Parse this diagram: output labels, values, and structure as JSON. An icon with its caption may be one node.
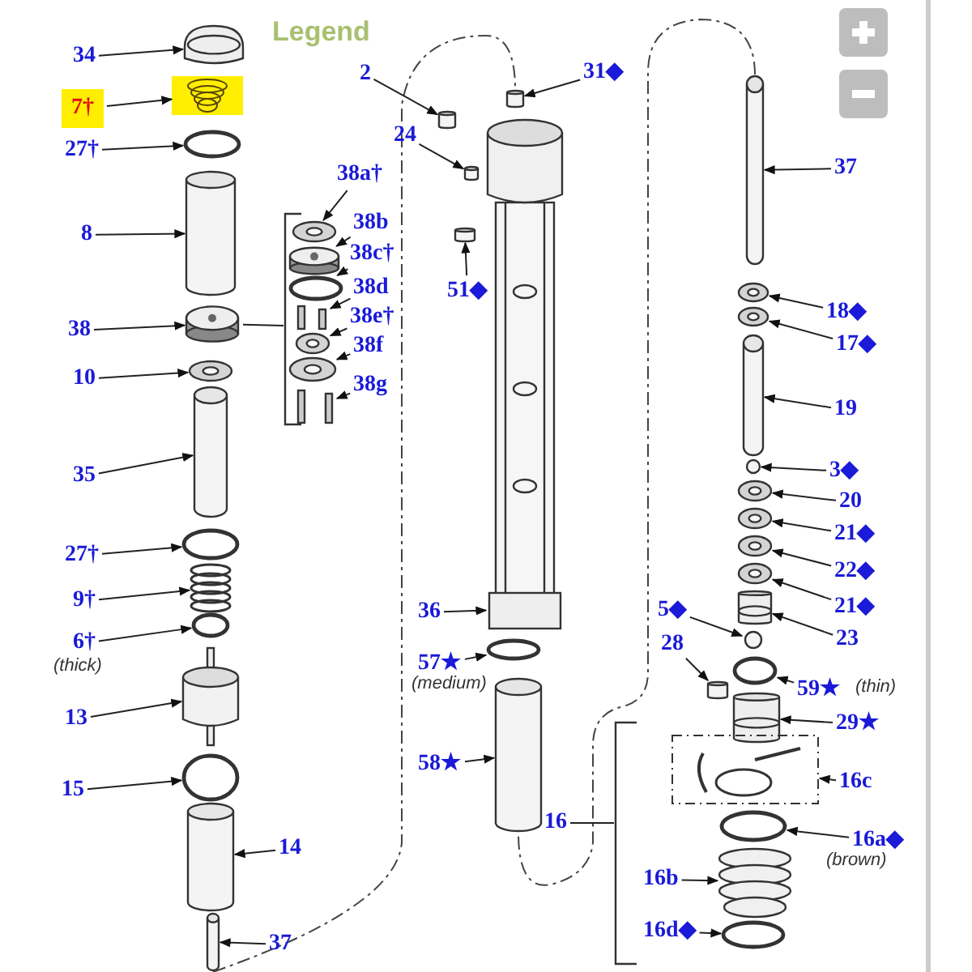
{
  "diagram": {
    "nodes": [
      {
        "text": [
          "34"
        ]
      },
      {
        "text": [],
        "shape": "picture"
      },
      {
        "text": [
          "7†"
        ]
      },
      {
        "text": [],
        "shape": "picture"
      },
      {
        "text": [
          "27†"
        ]
      },
      {
        "text": [],
        "shape": "circle"
      },
      {
        "text": [
          "8"
        ]
      },
      {
        "text": [],
        "shape": "cylinder"
      },
      {
        "text": [
          "38"
        ]
      },
      {
        "text": [],
        "shape": "picture"
      },
      {
        "text": [
          "10"
        ]
      },
      {
        "text": [],
        "shape": "picture"
      },
      {
        "text": [
          "35"
        ]
      },
      {
        "text": [],
        "shape": "cylinder"
      },
      {
        "text": [
          "27†"
        ]
      },
      {
        "text": [],
        "shape": "circle"
      },
      {
        "text": [
          "9†"
        ]
      },
      {
        "text": [],
        "shape": "picture"
      },
      {
        "text": [
          "6†"
        ],
        "beside": [
          "(thick)"
        ]
      },
      {
        "text": [],
        "shape": "circle"
      },
      {
        "text": [
          "13"
        ]
      },
      {
        "text": [],
        "shape": "cylinder"
      },
      {
        "text": [
          "15"
        ]
      },
      {
        "text": [],
        "shape": "circle"
      },
      {
        "text": [
          "14"
        ]
      },
      {
        "text": [],
        "shape": "cylinder"
      },
      {
        "text": [
          "37"
        ]
      },
      {
        "text": [],
        "shape": "cylinder"
      },
      {
        "text": [
          "38a†"
        ]
      },
      {
        "text": [],
        "shape": "picture"
      },
      {
        "text": [
          "38b"
        ]
      },
      {
        "text": [],
        "shape": "picture"
      },
      {
        "text": [
          "38c†"
        ]
      },
      {
        "text": [],
        "shape": "circle"
      },
      {
        "text": [
          "38d"
        ]
      },
      {
        "text": [],
        "shape": "picture"
      },
      {
        "text": [
          "38e†"
        ]
      },
      {
        "text": [],
        "shape": "picture"
      },
      {
        "text": [
          "38f"
        ]
      },
      {
        "text": [],
        "shape": "picture"
      },
      {
        "text": [
          "38g"
        ]
      },
      {
        "text": [],
        "shape": "picture"
      },
      {
        "text": [
          "2"
        ]
      },
      {
        "text": [],
        "shape": "cylinder"
      },
      {
        "text": [
          "24"
        ]
      },
      {
        "text": [],
        "shape": "cylinder"
      },
      {
        "text": [
          "31◆"
        ]
      },
      {
        "text": [],
        "shape": "cylinder"
      },
      {
        "text": [
          "51◆"
        ]
      },
      {
        "text": [],
        "shape": "cylinder"
      },
      {
        "text": [
          "36"
        ]
      },
      {
        "text": [],
        "shape": "picture"
      },
      {
        "text": [
          "57★"
        ],
        "beside": [
          "(medium)"
        ]
      },
      {
        "text": [],
        "shape": "circle"
      },
      {
        "text": [
          "58★"
        ]
      },
      {
        "text": [],
        "shape": "cylinder"
      },
      {
        "text": [
          "16"
        ]
      },
      {
        "text": [
          "37"
        ]
      },
      {
        "text": [],
        "shape": "cylinder"
      },
      {
        "text": [
          "18◆"
        ]
      },
      {
        "text": [],
        "shape": "picture"
      },
      {
        "text": [
          "17◆"
        ]
      },
      {
        "text": [],
        "shape": "picture"
      },
      {
        "text": [
          "19"
        ]
      },
      {
        "text": [],
        "shape": "cylinder"
      },
      {
        "text": [
          "3◆"
        ]
      },
      {
        "text": [],
        "shape": "circle"
      },
      {
        "text": [
          "20"
        ]
      },
      {
        "text": [],
        "shape": "picture"
      },
      {
        "text": [
          "21◆"
        ]
      },
      {
        "text": [],
        "shape": "picture"
      },
      {
        "text": [
          "22◆"
        ]
      },
      {
        "text": [],
        "shape": "picture"
      },
      {
        "text": [
          "21◆"
        ]
      },
      {
        "text": [],
        "shape": "picture"
      },
      {
        "text": [
          "23"
        ]
      },
      {
        "text": [],
        "shape": "cylinder"
      },
      {
        "text": [
          "5◆"
        ]
      },
      {
        "text": [],
        "shape": "circle"
      },
      {
        "text": [
          "28"
        ]
      },
      {
        "text": [],
        "shape": "cylinder"
      },
      {
        "text": [
          "59★"
        ],
        "beside": [
          "(thin)"
        ]
      },
      {
        "text": [],
        "shape": "circle"
      },
      {
        "text": [
          "29★"
        ]
      },
      {
        "text": [],
        "shape": "cylinder"
      },
      {
        "text": [
          "16c"
        ]
      },
      {
        "text": [],
        "shape": "picture"
      },
      {
        "text": [
          "16a◆"
        ],
        "beside": [
          "(brown)"
        ]
      },
      {
        "text": [],
        "shape": "circle"
      },
      {
        "text": [
          "16b"
        ]
      },
      {
        "text": [],
        "shape": "picture"
      },
      {
        "text": [
          "16d◆"
        ]
      },
      {
        "text": [],
        "shape": "circle"
      },
      {
        "text": [],
        "shape": "bar"
      },
      {
        "text": [],
        "shape": "bar"
      }
    ],
    "edges": [
      {
        "from": 0,
        "to": 1,
        "arrow": "to"
      },
      {
        "from": 2,
        "to": 3,
        "arrow": "to"
      },
      {
        "from": 4,
        "to": 5,
        "arrow": "to"
      },
      {
        "from": 6,
        "to": 7,
        "arrow": "to"
      },
      {
        "from": 8,
        "to": 9,
        "arrow": "to"
      },
      {
        "from": 10,
        "to": 11,
        "arrow": "to"
      },
      {
        "from": 12,
        "to": 13,
        "arrow": "to"
      },
      {
        "from": 14,
        "to": 15,
        "arrow": "to"
      },
      {
        "from": 16,
        "to": 17,
        "arrow": "to"
      },
      {
        "from": 18,
        "to": 19,
        "arrow": "to"
      },
      {
        "from": 20,
        "to": 21,
        "arrow": "to"
      },
      {
        "from": 22,
        "to": 23,
        "arrow": "to"
      },
      {
        "from": 24,
        "to": 25,
        "arrow": "to"
      },
      {
        "from": 26,
        "to": 27,
        "arrow": "to"
      },
      {
        "from": 28,
        "to": 29,
        "arrow": "to"
      },
      {
        "from": 30,
        "to": 31,
        "arrow": "to"
      },
      {
        "from": 32,
        "to": 33,
        "arrow": "to"
      },
      {
        "from": 34,
        "to": 35,
        "arrow": "to"
      },
      {
        "from": 36,
        "to": 37,
        "arrow": "to"
      },
      {
        "from": 38,
        "to": 39,
        "arrow": "to"
      },
      {
        "from": 40,
        "to": 41,
        "arrow": "to"
      },
      {
        "from": 42,
        "to": 43,
        "arrow": "to"
      },
      {
        "from": 44,
        "to": 45,
        "arrow": "to"
      },
      {
        "from": 46,
        "to": 47,
        "arrow": "to"
      },
      {
        "from": 48,
        "to": 49,
        "arrow": "to"
      },
      {
        "from": 50,
        "to": 51,
        "arrow": "to"
      },
      {
        "from": 52,
        "to": 53,
        "arrow": "to"
      },
      {
        "from": 54,
        "to": 55,
        "arrow": "to"
      },
      {
        "from": 56,
        "to": 93,
        "arrow": "none"
      },
      {
        "from": 57,
        "to": 58,
        "arrow": "to"
      },
      {
        "from": 59,
        "to": 60,
        "arrow": "to"
      },
      {
        "from": 61,
        "to": 62,
        "arrow": "to"
      },
      {
        "from": 63,
        "to": 64,
        "arrow": "to"
      },
      {
        "from": 65,
        "to": 66,
        "arrow": "to"
      },
      {
        "from": 67,
        "to": 68,
        "arrow": "to"
      },
      {
        "from": 69,
        "to": 70,
        "arrow": "to"
      },
      {
        "from": 71,
        "to": 72,
        "arrow": "to"
      },
      {
        "from": 73,
        "to": 74,
        "arrow": "to"
      },
      {
        "from": 75,
        "to": 76,
        "arrow": "to"
      },
      {
        "from": 77,
        "to": 78,
        "arrow": "to"
      },
      {
        "from": 79,
        "to": 80,
        "arrow": "to"
      },
      {
        "from": 81,
        "to": 82,
        "arrow": "to"
      },
      {
        "from": 83,
        "to": 84,
        "arrow": "to"
      },
      {
        "from": 85,
        "to": 86,
        "arrow": "to"
      },
      {
        "from": 87,
        "to": 88,
        "arrow": "to"
      },
      {
        "from": 89,
        "to": 90,
        "arrow": "to"
      },
      {
        "from": 91,
        "to": 92,
        "arrow": "to"
      },
      {
        "from": 27,
        "to": 47,
        "arrow": "none",
        "style": "dashed"
      },
      {
        "from": 58,
        "to": 55,
        "arrow": "none",
        "style": "dashed"
      },
      {
        "from": 9,
        "to": 94,
        "arrow": "none"
      }
    ],
    "labels": [
      "Legend"
    ]
  }
}
